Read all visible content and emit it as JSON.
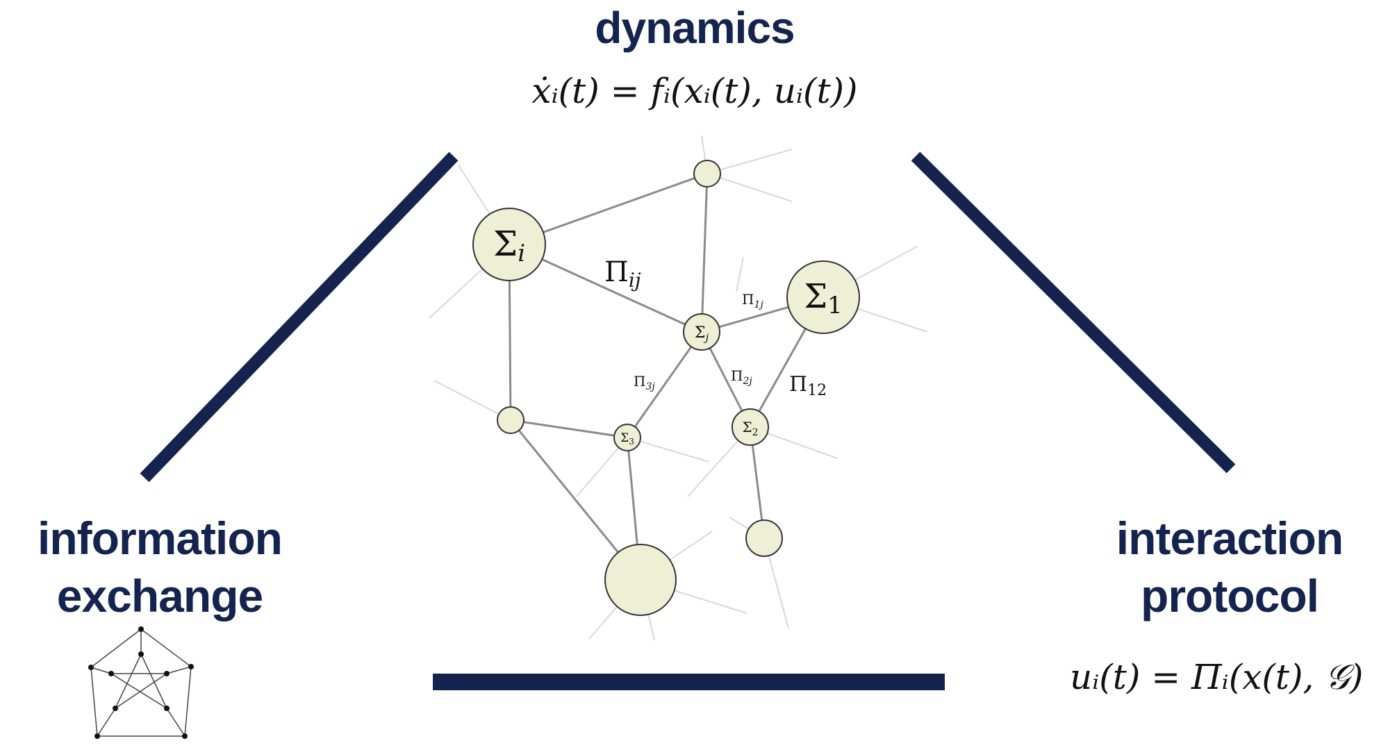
{
  "top": {
    "title": "dynamics",
    "formula": "ẋᵢ(t) = fᵢ(xᵢ(t), uᵢ(t))"
  },
  "left": {
    "title_line1": "information",
    "title_line2": "exchange"
  },
  "right": {
    "title_line1": "interaction",
    "title_line2": "protocol",
    "formula": "uᵢ(t) = Πᵢ(x(t), 𝒢)"
  },
  "network": {
    "nodes": [
      {
        "id": "sigma_i",
        "label": "Σ",
        "sub": "i"
      },
      {
        "id": "sigma_1",
        "label": "Σ",
        "sub": "1"
      },
      {
        "id": "sigma_j",
        "label": "Σ",
        "sub": "j"
      },
      {
        "id": "sigma_2",
        "label": "Σ",
        "sub": "2"
      },
      {
        "id": "sigma_3",
        "label": "Σ",
        "sub": "3"
      }
    ],
    "edge_labels": [
      {
        "id": "pi_ij",
        "label": "Π",
        "sub": "ij"
      },
      {
        "id": "pi_1j",
        "label": "Π",
        "sub": "1j"
      },
      {
        "id": "pi_3j",
        "label": "Π",
        "sub": "3j"
      },
      {
        "id": "pi_2j",
        "label": "Π",
        "sub": "2j"
      },
      {
        "id": "pi_12",
        "label": "Π",
        "sub": "12"
      }
    ]
  },
  "colors": {
    "accent": "#14244f",
    "node_fill": "#efefd6",
    "edge": "#8a8a8a",
    "faint_edge": "#d8d8d8"
  }
}
